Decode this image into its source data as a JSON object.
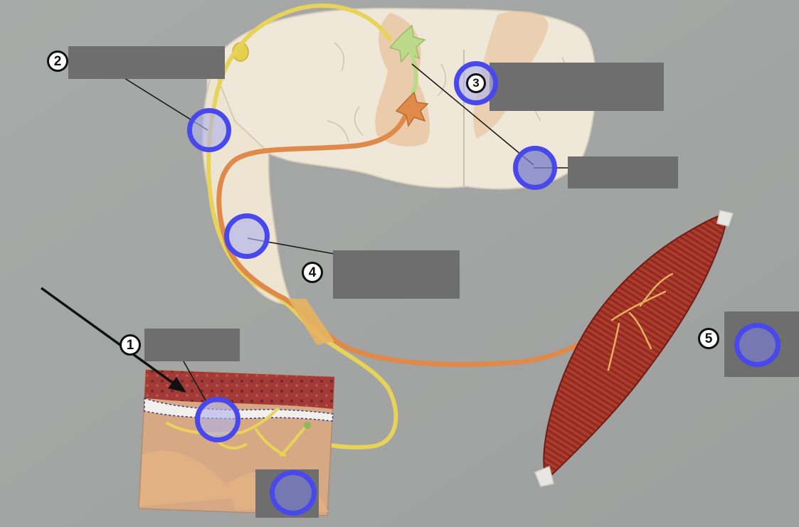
{
  "labels": [
    {
      "id": "1",
      "number": "1",
      "text": ""
    },
    {
      "id": "2",
      "number": "2",
      "text": ""
    },
    {
      "id": "3",
      "number": "3",
      "text": ""
    },
    {
      "id": "4",
      "number": "4",
      "text": ""
    },
    {
      "id": "5",
      "number": "5",
      "text": ""
    }
  ],
  "hotspots": [
    {
      "id": "dorsal-root",
      "answer": ""
    },
    {
      "id": "interneuron",
      "answer": ""
    },
    {
      "id": "motor-axon",
      "answer": ""
    },
    {
      "id": "receptor",
      "answer": ""
    },
    {
      "id": "skin",
      "answer": ""
    },
    {
      "id": "muscle",
      "answer": ""
    }
  ],
  "colors": {
    "background": "#a3a5a4",
    "label_box": "#6e6e6e",
    "hotspot_ring": "#4848ec",
    "sensory_nerve": "#e8d35a",
    "motor_nerve": "#df8a4a",
    "muscle": "#a83428",
    "spinal_cord": "#efe7d8"
  }
}
